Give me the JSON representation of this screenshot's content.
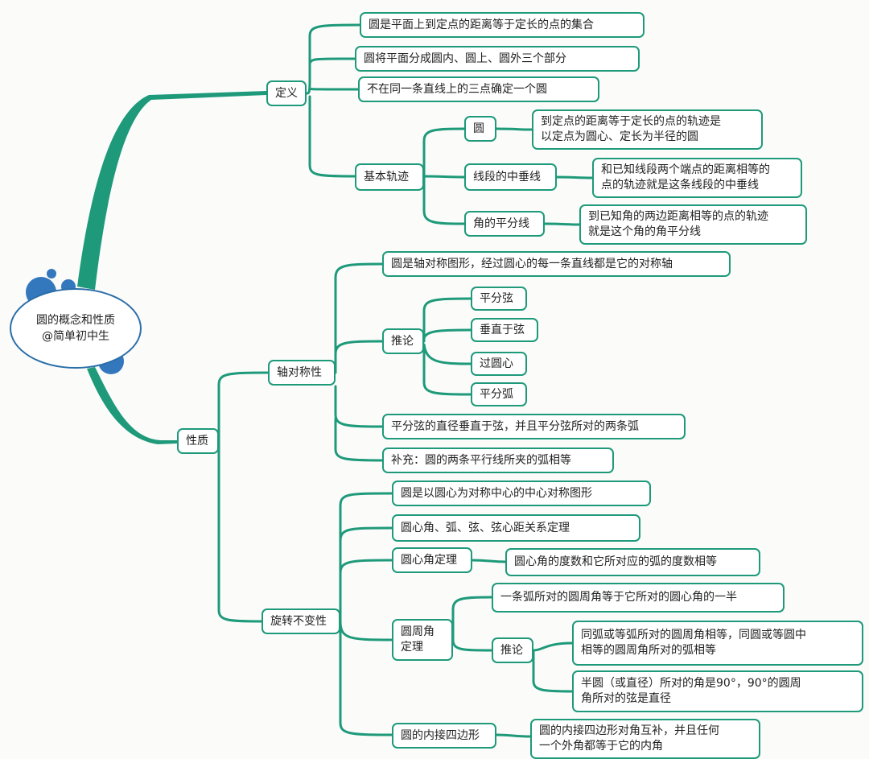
{
  "root": {
    "title": "圆的概念和性质",
    "subtitle": "@简单初中生"
  },
  "colors": {
    "branch": "#1e9a7a",
    "root_border": "#2a6ea8",
    "bubble": "#3378bd"
  },
  "nodes": [
    {
      "id": "n1",
      "text": "定义"
    },
    {
      "id": "n2",
      "text": "圆是平面上到定点的距离等于定长的点的集合"
    },
    {
      "id": "n3",
      "text": "圆将平面分成圆内、圆上、圆外三个部分"
    },
    {
      "id": "n4",
      "text": "不在同一条直线上的三点确定一个圆"
    },
    {
      "id": "n5",
      "text": "基本轨迹"
    },
    {
      "id": "n6",
      "text": "圆"
    },
    {
      "id": "n7",
      "text": "到定点的距离等于定长的点的轨迹是\n以定点为圆心、定长为半径的圆"
    },
    {
      "id": "n8",
      "text": "线段的中垂线"
    },
    {
      "id": "n9",
      "text": "和已知线段两个端点的距离相等的\n点的轨迹就是这条线段的中垂线"
    },
    {
      "id": "n10",
      "text": "角的平分线"
    },
    {
      "id": "n11",
      "text": "到已知角的两边距离相等的点的轨迹\n就是这个角的角平分线"
    },
    {
      "id": "n12",
      "text": "性质"
    },
    {
      "id": "n13",
      "text": "轴对称性"
    },
    {
      "id": "n14",
      "text": "圆是轴对称图形，经过圆心的每一条直线都是它的对称轴"
    },
    {
      "id": "n15",
      "text": "推论"
    },
    {
      "id": "n16",
      "text": "平分弦"
    },
    {
      "id": "n17",
      "text": "垂直于弦"
    },
    {
      "id": "n18",
      "text": "过圆心"
    },
    {
      "id": "n19",
      "text": "平分弧"
    },
    {
      "id": "n20",
      "text": "平分弦的直径垂直于弦，并且平分弦所对的两条弧"
    },
    {
      "id": "n21",
      "text": "补充：圆的两条平行线所夹的弧相等"
    },
    {
      "id": "n22",
      "text": "旋转不变性"
    },
    {
      "id": "n23",
      "text": "圆是以圆心为对称中心的中心对称图形"
    },
    {
      "id": "n24",
      "text": "圆心角、弧、弦、弦心距关系定理"
    },
    {
      "id": "n25",
      "text": "圆心角定理"
    },
    {
      "id": "n26",
      "text": "圆心角的度数和它所对应的弧的度数相等"
    },
    {
      "id": "n27",
      "text": "圆周角\n定理"
    },
    {
      "id": "n28",
      "text": "一条弧所对的圆周角等于它所对的圆心角的一半"
    },
    {
      "id": "n29",
      "text": "推论"
    },
    {
      "id": "n30",
      "text": "同弧或等弧所对的圆周角相等，同圆或等圆中\n相等的圆周角所对的弧相等"
    },
    {
      "id": "n31",
      "text": "半圆（或直径）所对的角是90°，90°的圆周\n角所对的弦是直径"
    },
    {
      "id": "n32",
      "text": "圆的内接四边形"
    },
    {
      "id": "n33",
      "text": "圆的内接四边形对角互补，并且任何\n一个外角都等于它的内角"
    }
  ]
}
